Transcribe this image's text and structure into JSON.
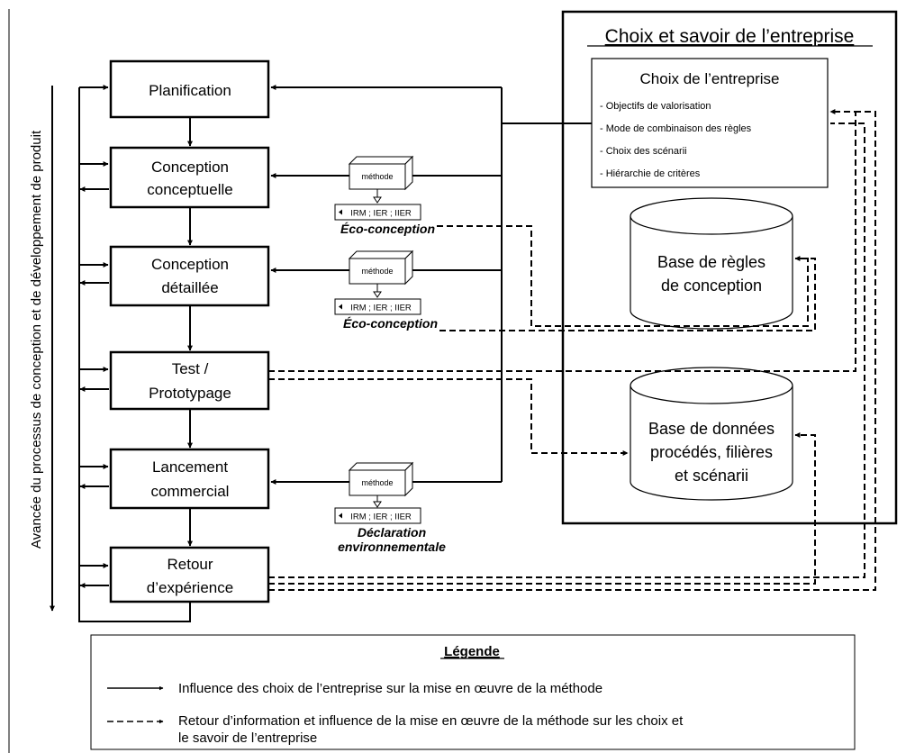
{
  "vertical_axis_label": "Avancée du processus de conception et de développement de produit",
  "stages": [
    {
      "line1": "Planification",
      "line2": ""
    },
    {
      "line1": "Conception",
      "line2": "conceptuelle"
    },
    {
      "line1": "Conception",
      "line2": "détaillée"
    },
    {
      "line1": "Test /",
      "line2": "Prototypage"
    },
    {
      "line1": "Lancement",
      "line2": "commercial"
    },
    {
      "line1": "Retour",
      "line2": "d’expérience"
    }
  ],
  "methods": [
    {
      "box_label": "méthode",
      "indicators": "IRM ; IER ; IIER",
      "caption_line1": "Éco-conception",
      "caption_line2": ""
    },
    {
      "box_label": "méthode",
      "indicators": "IRM ; IER ; IIER",
      "caption_line1": "Éco-conception",
      "caption_line2": ""
    },
    {
      "box_label": "méthode",
      "indicators": "IRM ; IER ; IIER",
      "caption_line1": "Déclaration",
      "caption_line2": "environnementale"
    }
  ],
  "company": {
    "title": "Choix et savoir de l’entreprise",
    "choices": {
      "title": "Choix de l’entreprise",
      "items": [
        "- Objectifs de valorisation",
        "- Mode de combinaison des règles",
        "- Choix des scénarii",
        "- Hiérarchie de critères"
      ]
    },
    "rules_db": {
      "line1": "Base de règles",
      "line2": "de conception"
    },
    "data_db": {
      "line1": "Base de données",
      "line2": "procédés, filières",
      "line3": "et scénarii"
    }
  },
  "legend": {
    "title": "Légende",
    "solid_text": "Influence des choix de l’entreprise sur la mise en œuvre de la méthode",
    "dashed_text_line1": "Retour d’information et influence de la mise en œuvre de la méthode sur les choix et",
    "dashed_text_line2": "le savoir de l’entreprise"
  }
}
